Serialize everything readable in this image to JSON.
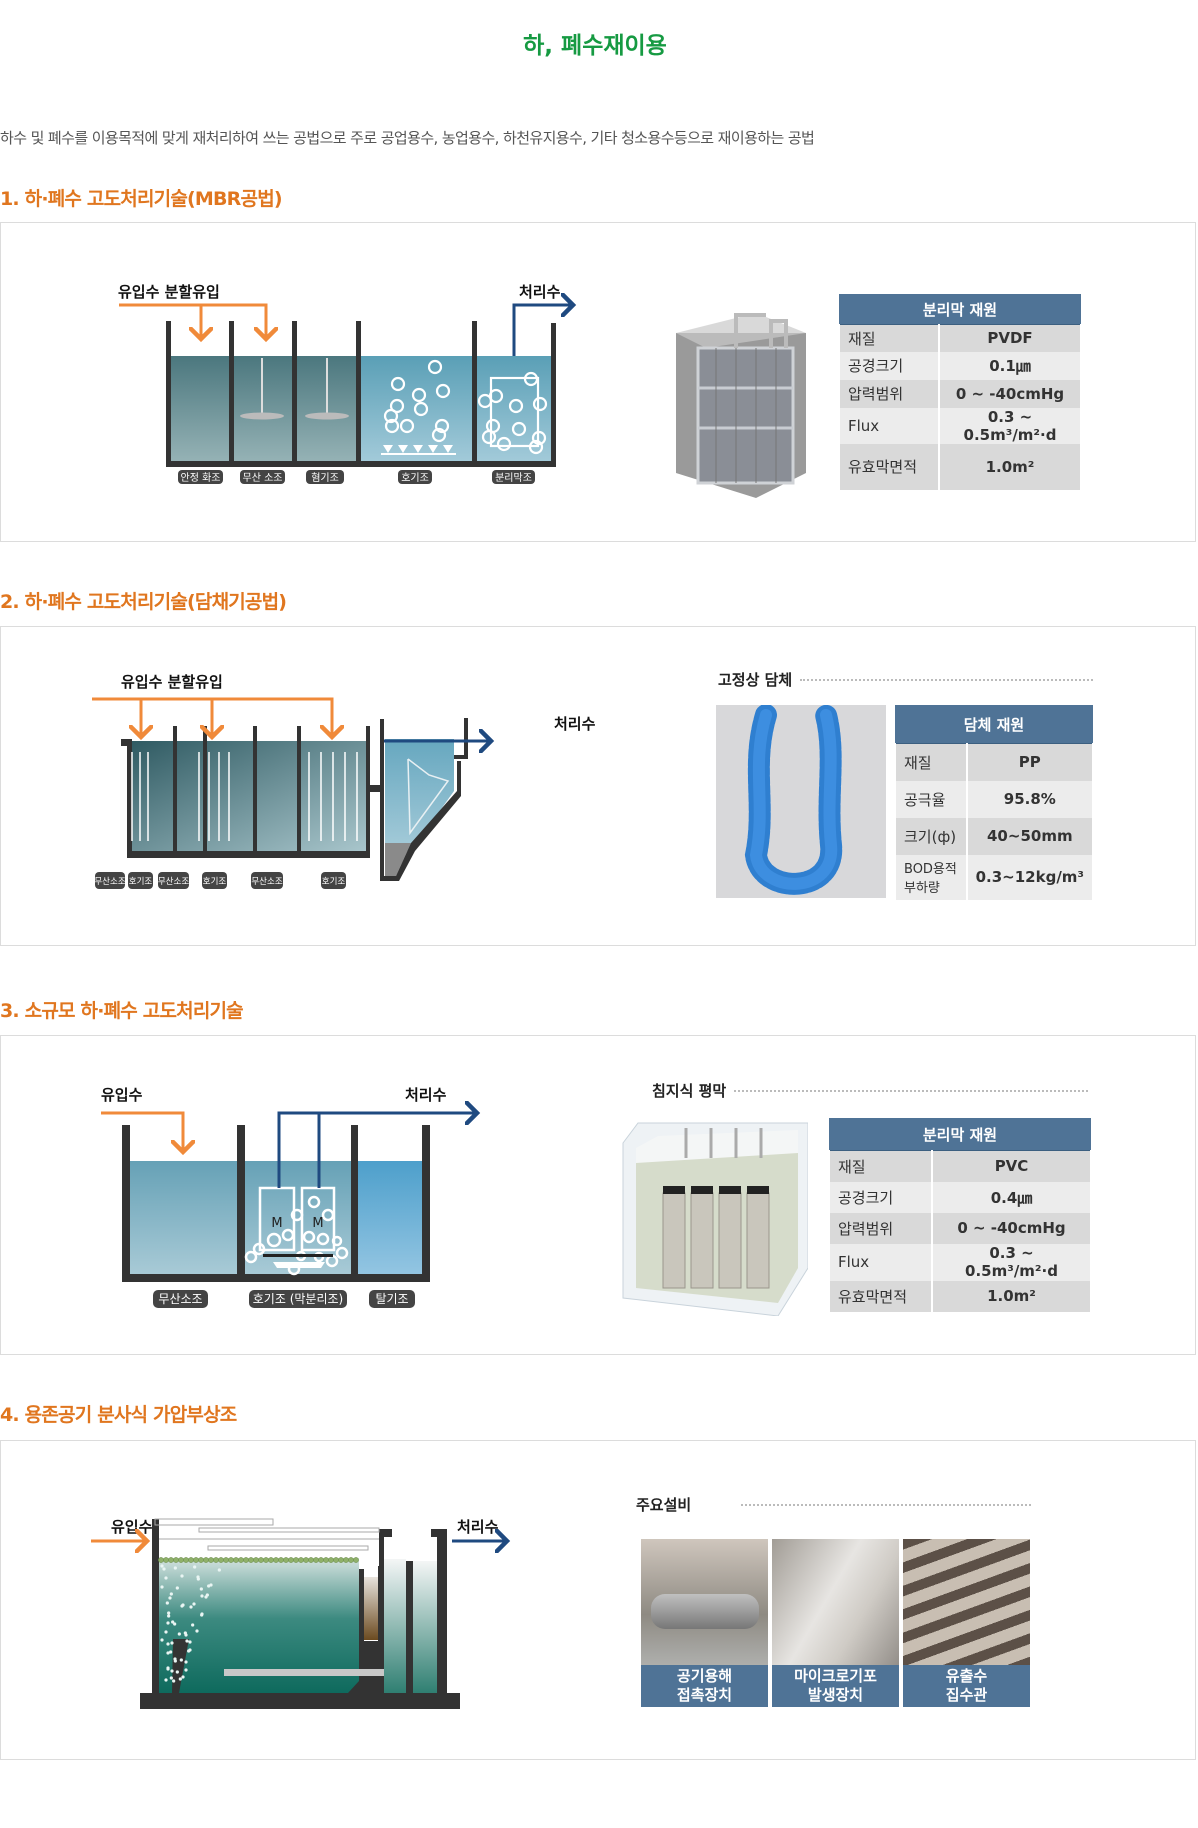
{
  "title": "하, 폐수재이용",
  "intro": "하수 및 폐수를 이용목적에 맞게 재처리하여 쓰는 공법으로 주로 공업용수, 농업용수, 하천유지용수, 기타 청소용수등으로 재이용하는 공법",
  "colors": {
    "heading": "#e0761f",
    "title": "#169a42",
    "table_header": "#4f7396",
    "inflow": "#f08a3a",
    "outflow": "#1f4a80"
  },
  "sections": [
    {
      "heading": "1. 하·폐수 고도처리기술(MBR공법)",
      "diagram": {
        "inflow": "유입수 분할유입",
        "outflow": "처리수",
        "tanks": [
          "안정 화조",
          "무산 소조",
          "혐기조",
          "호기조",
          "분리막조"
        ]
      },
      "table": {
        "header": "분리막 재원",
        "rows": [
          {
            "label": "재질",
            "value": "PVDF"
          },
          {
            "label": "공경크기",
            "value": "0.1㎛"
          },
          {
            "label": "압력범위",
            "value": "0 ~ -40cmHg"
          },
          {
            "label": "Flux",
            "value": "0.3 ~ 0.5m³/m²·d"
          },
          {
            "label": "유효막면적",
            "value": "1.0m²"
          }
        ]
      }
    },
    {
      "heading": "2. 하·폐수 고도처리기술(담채기공법)",
      "diagram": {
        "inflow": "유입수 분할유입",
        "outflow": "처리수",
        "tanks": [
          "무산소조",
          "호기조",
          "무산소조",
          "호기조",
          "무산소조",
          "호기조"
        ]
      },
      "subtitle": "고정상 담체",
      "table": {
        "header": "담체 재원",
        "rows": [
          {
            "label": "재질",
            "value": "PP"
          },
          {
            "label": "공극율",
            "value": "95.8%"
          },
          {
            "label": "크기(ф)",
            "value": "40~50mm"
          },
          {
            "label": "BOD용적부하량",
            "value": "0.3~12kg/m³"
          }
        ]
      }
    },
    {
      "heading": "3. 소규모 하·폐수 고도처리기술",
      "diagram": {
        "inflow": "유입수",
        "outflow": "처리수",
        "module": "M",
        "tanks": [
          "무산소조",
          "호기조 (막분리조)",
          "탈기조"
        ]
      },
      "subtitle": "침지식 평막",
      "table": {
        "header": "분리막 재원",
        "rows": [
          {
            "label": "재질",
            "value": "PVC"
          },
          {
            "label": "공경크기",
            "value": "0.4㎛"
          },
          {
            "label": "압력범위",
            "value": "0 ~ -40cmHg"
          },
          {
            "label": "Flux",
            "value": "0.3 ~ 0.5m³/m²·d"
          },
          {
            "label": "유효막면적",
            "value": "1.0m²"
          }
        ]
      }
    },
    {
      "heading": "4. 용존공기 분사식 가압부상조",
      "diagram": {
        "inflow": "유입수",
        "outflow": "처리수"
      },
      "subtitle": "주요설비",
      "equipment": [
        {
          "line1": "공기용해",
          "line2": "접촉장치"
        },
        {
          "line1": "마이크로기포",
          "line2": "발생장치"
        },
        {
          "line1": "유출수",
          "line2": "집수관"
        }
      ]
    }
  ]
}
